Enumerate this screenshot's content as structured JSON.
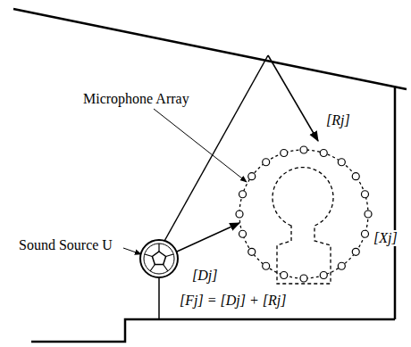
{
  "diagram": {
    "labels": [
      "Microphone Array",
      "Sound Source U",
      "[Dj]",
      "[Rj]",
      "[Xj]",
      "[Fj] = [Dj] + [Rj]"
    ]
  }
}
